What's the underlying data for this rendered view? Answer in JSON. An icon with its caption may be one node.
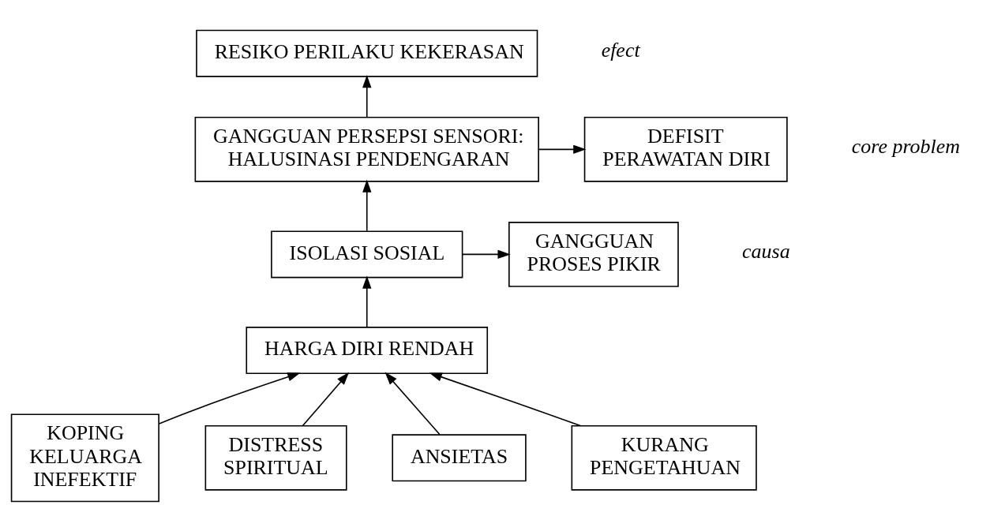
{
  "diagram": {
    "nodes": [
      {
        "text": [
          "RESIKO PERILAKU KEKERASAN"
        ]
      },
      {
        "text": [
          "DEFISIT PERAWATAN DIRI"
        ]
      },
      {
        "text": [
          "GANGGUAN PERSEPSI SENSORI: HALUSINASI PENDENGARAN"
        ]
      },
      {
        "text": [
          "GANGGUAN PROSES PIKIR"
        ]
      },
      {
        "text": [
          "ISOLASI SOSIAL"
        ]
      },
      {
        "text": [
          "HARGA DIRI RENDAH"
        ]
      },
      {
        "text": [
          "KOPING KELUARGA INEFEKTIF"
        ]
      },
      {
        "text": [
          "DISTRESS SPIRITUAL"
        ]
      },
      {
        "text": [
          "ANSIETAS"
        ]
      },
      {
        "text": [
          "KURANG PENGETAHUAN"
        ]
      }
    ],
    "edges": [
      {
        "from": 2,
        "to": 0,
        "arrow": "to"
      },
      {
        "from": 2,
        "to": 1,
        "arrow": "to"
      },
      {
        "from": 4,
        "to": 3,
        "arrow": "to"
      },
      {
        "from": 4,
        "to": 2,
        "arrow": "to"
      },
      {
        "from": 5,
        "to": 4,
        "arrow": "to"
      },
      {
        "from": 6,
        "to": 5,
        "arrow": "to"
      },
      {
        "from": 7,
        "to": 5,
        "arrow": "to"
      },
      {
        "from": 8,
        "to": 5,
        "arrow": "to"
      },
      {
        "from": 9,
        "to": 5,
        "arrow": "to"
      }
    ],
    "labels": [
      "efect",
      "core problem",
      "causa"
    ]
  }
}
